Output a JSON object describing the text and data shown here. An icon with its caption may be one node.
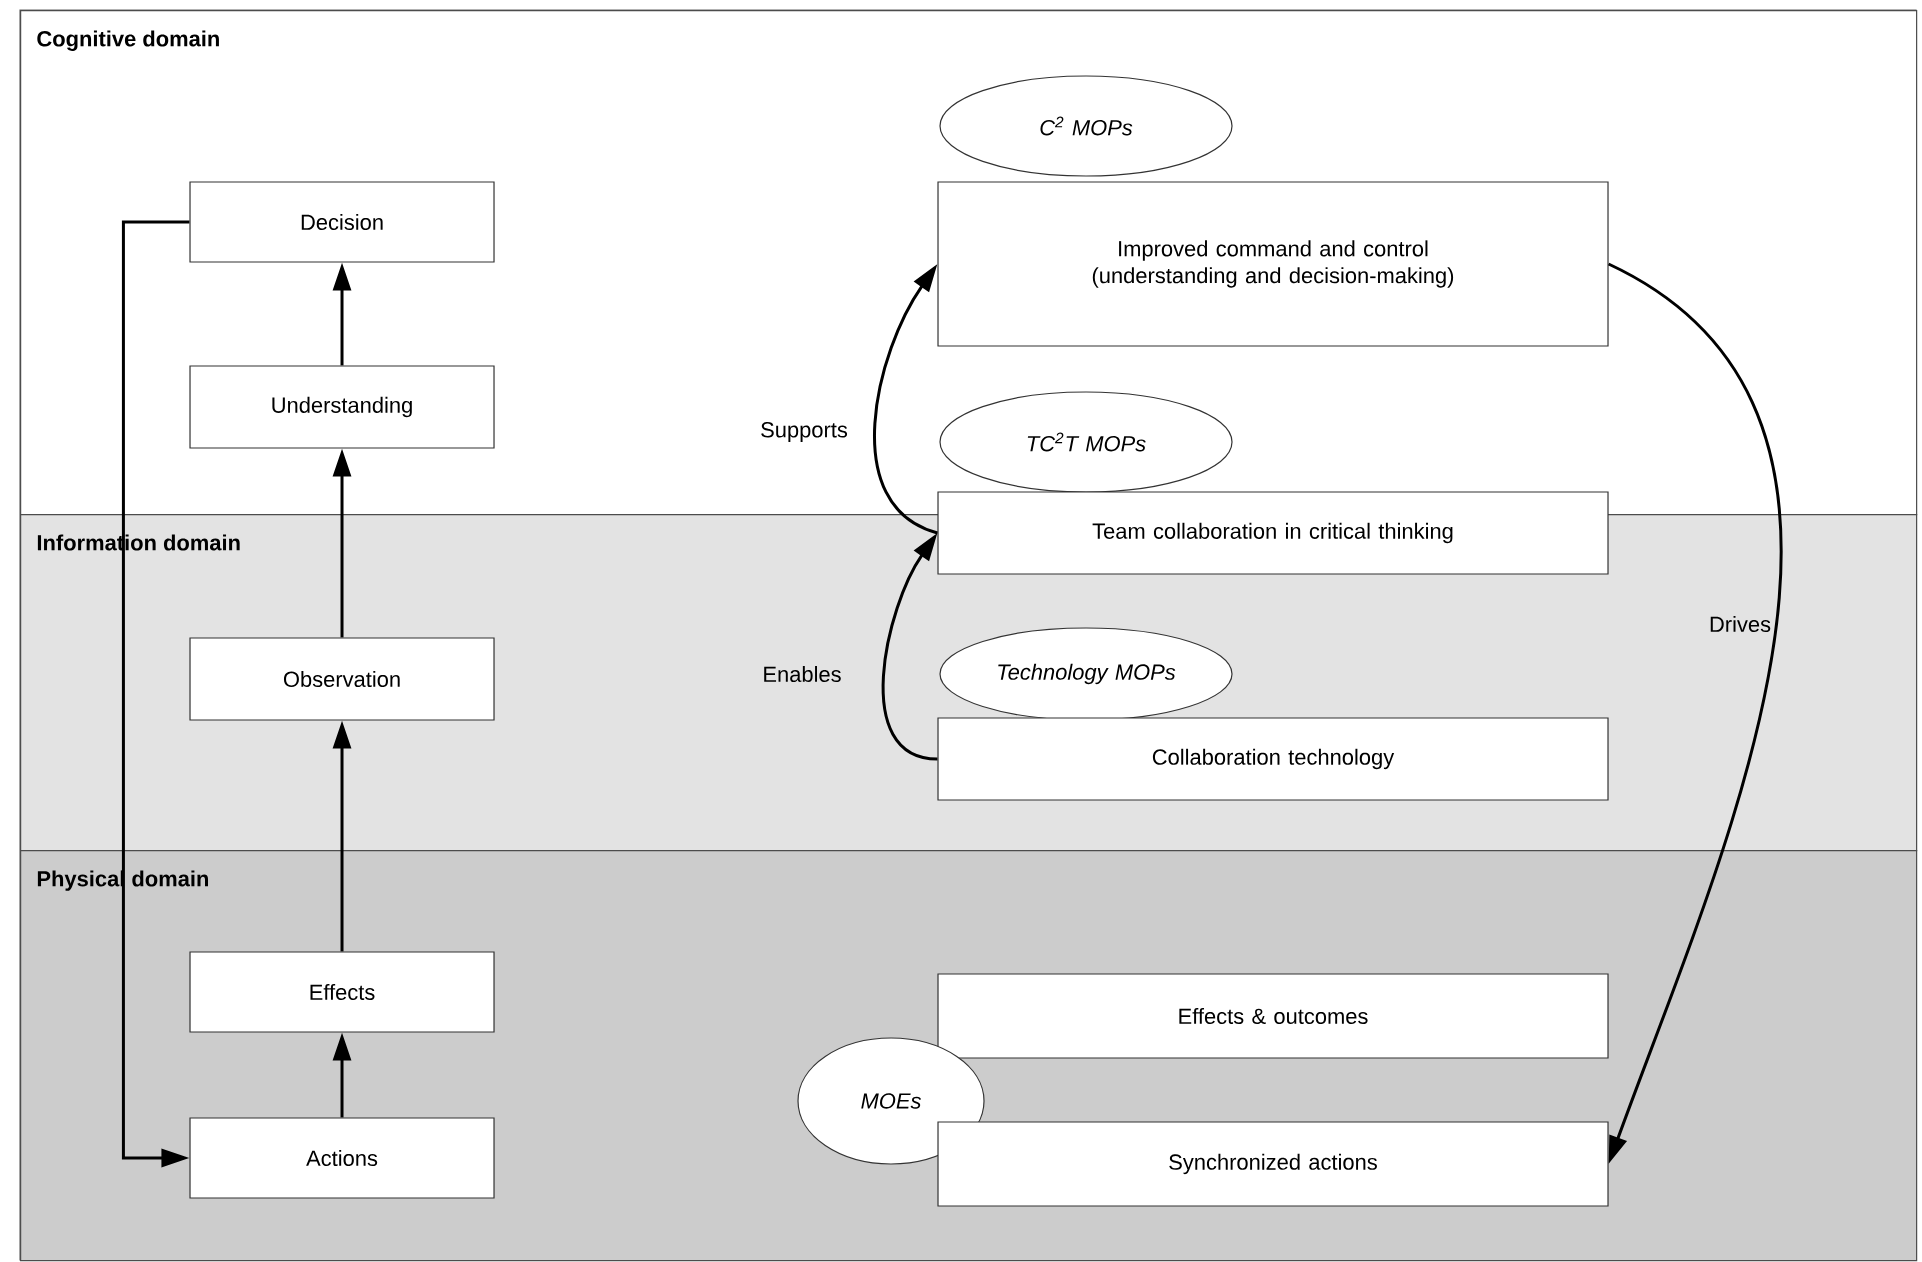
{
  "diagram": {
    "nodes": [
      {
        "text": [
          "Cognitive domain"
        ]
      },
      {
        "text": [
          "Information domain"
        ]
      },
      {
        "text": [
          "Physical domain"
        ]
      },
      {
        "text": [
          "Decision"
        ],
        "in": 0
      },
      {
        "text": [
          "C$^{2}$ MOPs"
        ],
        "in": 0
      },
      {
        "text": [
          "Improved command and control (understanding and decision-making)"
        ],
        "in": 0
      },
      {
        "text": [
          "Understanding"
        ],
        "in": 0
      },
      {
        "text": [
          "TC$^{2}$T MOPs"
        ],
        "in": 0
      },
      {
        "text": [
          "Team collaboration in critical thinking"
        ]
      },
      {
        "text": [
          "Observation"
        ],
        "in": 1
      },
      {
        "text": [
          "Technology MOPs"
        ],
        "in": 1
      },
      {
        "text": [
          "Collaboration technology"
        ],
        "in": 1
      },
      {
        "text": [
          "Effects"
        ],
        "in": 2
      },
      {
        "text": [
          "Effects & outcomes"
        ],
        "in": 2
      },
      {
        "text": [
          "MOEs"
        ],
        "in": 2
      },
      {
        "text": [
          "Actions"
        ],
        "in": 2
      },
      {
        "text": [
          "Synchronized actions"
        ],
        "in": 2
      }
    ],
    "edges": [
      {
        "from": 6,
        "to": 3,
        "arrow": "to"
      },
      {
        "from": 9,
        "to": 6,
        "arrow": "to"
      },
      {
        "from": 12,
        "to": 9,
        "arrow": "to"
      },
      {
        "from": 15,
        "to": 12,
        "arrow": "to"
      },
      {
        "from": 3,
        "to": 15,
        "arrow": "to"
      },
      {
        "from": 11,
        "to": 8,
        "arrow": "to",
        "label": "Enables"
      },
      {
        "from": 8,
        "to": 5,
        "arrow": "to",
        "label": "Supports"
      },
      {
        "from": 5,
        "to": 16,
        "arrow": "to",
        "label": "Drives"
      }
    ]
  }
}
